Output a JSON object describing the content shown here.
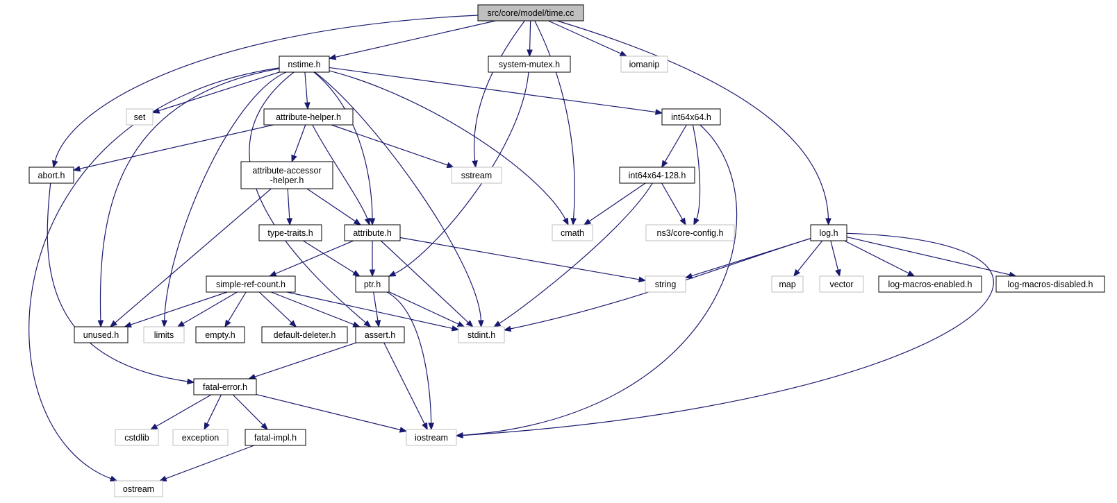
{
  "colors": {
    "edge": "#191970",
    "node_border": "#000000",
    "external_border": "#bfbfbf",
    "root_fill": "#bfbfbf",
    "node_fill": "#ffffff"
  },
  "nodes": [
    {
      "id": "time_cc",
      "lines": [
        "src/core/model/time.cc"
      ],
      "kind": "root"
    },
    {
      "id": "nstime_h",
      "lines": [
        "nstime.h"
      ],
      "kind": "file"
    },
    {
      "id": "system_mutex_h",
      "lines": [
        "system-mutex.h"
      ],
      "kind": "file"
    },
    {
      "id": "iomanip",
      "lines": [
        "iomanip"
      ],
      "kind": "external"
    },
    {
      "id": "set",
      "lines": [
        "set"
      ],
      "kind": "external"
    },
    {
      "id": "attribute_helper_h",
      "lines": [
        "attribute-helper.h"
      ],
      "kind": "file"
    },
    {
      "id": "int64x64_h",
      "lines": [
        "int64x64.h"
      ],
      "kind": "file"
    },
    {
      "id": "abort_h",
      "lines": [
        "abort.h"
      ],
      "kind": "file"
    },
    {
      "id": "attribute_accessor_helper_h",
      "lines": [
        "attribute-accessor",
        "-helper.h"
      ],
      "kind": "file"
    },
    {
      "id": "sstream",
      "lines": [
        "sstream"
      ],
      "kind": "external"
    },
    {
      "id": "int64x64_128_h",
      "lines": [
        "int64x64-128.h"
      ],
      "kind": "file"
    },
    {
      "id": "type_traits_h",
      "lines": [
        "type-traits.h"
      ],
      "kind": "file"
    },
    {
      "id": "attribute_h",
      "lines": [
        "attribute.h"
      ],
      "kind": "file"
    },
    {
      "id": "cmath",
      "lines": [
        "cmath"
      ],
      "kind": "external"
    },
    {
      "id": "ns3_core_config_h",
      "lines": [
        "ns3/core-config.h"
      ],
      "kind": "external"
    },
    {
      "id": "log_h",
      "lines": [
        "log.h"
      ],
      "kind": "file"
    },
    {
      "id": "simple_ref_count_h",
      "lines": [
        "simple-ref-count.h"
      ],
      "kind": "file"
    },
    {
      "id": "ptr_h",
      "lines": [
        "ptr.h"
      ],
      "kind": "file"
    },
    {
      "id": "string",
      "lines": [
        "string"
      ],
      "kind": "external"
    },
    {
      "id": "map",
      "lines": [
        "map"
      ],
      "kind": "external"
    },
    {
      "id": "vector",
      "lines": [
        "vector"
      ],
      "kind": "external"
    },
    {
      "id": "log_macros_enabled_h",
      "lines": [
        "log-macros-enabled.h"
      ],
      "kind": "file"
    },
    {
      "id": "log_macros_disabled_h",
      "lines": [
        "log-macros-disabled.h"
      ],
      "kind": "file"
    },
    {
      "id": "unused_h",
      "lines": [
        "unused.h"
      ],
      "kind": "file"
    },
    {
      "id": "limits",
      "lines": [
        "limits"
      ],
      "kind": "external"
    },
    {
      "id": "empty_h",
      "lines": [
        "empty.h"
      ],
      "kind": "file"
    },
    {
      "id": "default_deleter_h",
      "lines": [
        "default-deleter.h"
      ],
      "kind": "file"
    },
    {
      "id": "assert_h",
      "lines": [
        "assert.h"
      ],
      "kind": "file"
    },
    {
      "id": "stdint_h",
      "lines": [
        "stdint.h"
      ],
      "kind": "external"
    },
    {
      "id": "fatal_error_h",
      "lines": [
        "fatal-error.h"
      ],
      "kind": "file"
    },
    {
      "id": "cstdlib",
      "lines": [
        "cstdlib"
      ],
      "kind": "external"
    },
    {
      "id": "exception",
      "lines": [
        "exception"
      ],
      "kind": "external"
    },
    {
      "id": "fatal_impl_h",
      "lines": [
        "fatal-impl.h"
      ],
      "kind": "file"
    },
    {
      "id": "iostream",
      "lines": [
        "iostream"
      ],
      "kind": "external"
    },
    {
      "id": "ostream",
      "lines": [
        "ostream"
      ],
      "kind": "external"
    }
  ],
  "edges": [
    {
      "from": "time_cc",
      "to": "nstime_h"
    },
    {
      "from": "time_cc",
      "to": "system_mutex_h"
    },
    {
      "from": "time_cc",
      "to": "iomanip"
    },
    {
      "from": "time_cc",
      "to": "abort_h"
    },
    {
      "from": "time_cc",
      "to": "sstream"
    },
    {
      "from": "time_cc",
      "to": "cmath"
    },
    {
      "from": "time_cc",
      "to": "log_h"
    },
    {
      "from": "nstime_h",
      "to": "set"
    },
    {
      "from": "nstime_h",
      "to": "attribute_helper_h"
    },
    {
      "from": "nstime_h",
      "to": "int64x64_h"
    },
    {
      "from": "nstime_h",
      "to": "attribute_h"
    },
    {
      "from": "nstime_h",
      "to": "cmath"
    },
    {
      "from": "nstime_h",
      "to": "unused_h"
    },
    {
      "from": "nstime_h",
      "to": "limits"
    },
    {
      "from": "nstime_h",
      "to": "assert_h"
    },
    {
      "from": "nstime_h",
      "to": "stdint_h"
    },
    {
      "from": "nstime_h",
      "to": "ostream"
    },
    {
      "from": "system_mutex_h",
      "to": "ptr_h"
    },
    {
      "from": "attribute_helper_h",
      "to": "abort_h"
    },
    {
      "from": "attribute_helper_h",
      "to": "attribute_accessor_helper_h"
    },
    {
      "from": "attribute_helper_h",
      "to": "sstream"
    },
    {
      "from": "attribute_helper_h",
      "to": "attribute_h"
    },
    {
      "from": "attribute_accessor_helper_h",
      "to": "type_traits_h"
    },
    {
      "from": "attribute_accessor_helper_h",
      "to": "attribute_h"
    },
    {
      "from": "attribute_accessor_helper_h",
      "to": "unused_h"
    },
    {
      "from": "int64x64_h",
      "to": "int64x64_128_h"
    },
    {
      "from": "int64x64_h",
      "to": "ns3_core_config_h"
    },
    {
      "from": "int64x64_h",
      "to": "iostream"
    },
    {
      "from": "int64x64_128_h",
      "to": "cmath"
    },
    {
      "from": "int64x64_128_h",
      "to": "ns3_core_config_h"
    },
    {
      "from": "int64x64_128_h",
      "to": "stdint_h"
    },
    {
      "from": "abort_h",
      "to": "fatal_error_h"
    },
    {
      "from": "type_traits_h",
      "to": "ptr_h"
    },
    {
      "from": "attribute_h",
      "to": "simple_ref_count_h"
    },
    {
      "from": "attribute_h",
      "to": "ptr_h"
    },
    {
      "from": "attribute_h",
      "to": "string"
    },
    {
      "from": "attribute_h",
      "to": "stdint_h"
    },
    {
      "from": "log_h",
      "to": "string"
    },
    {
      "from": "log_h",
      "to": "map"
    },
    {
      "from": "log_h",
      "to": "vector"
    },
    {
      "from": "log_h",
      "to": "log_macros_enabled_h"
    },
    {
      "from": "log_h",
      "to": "log_macros_disabled_h"
    },
    {
      "from": "log_h",
      "to": "stdint_h"
    },
    {
      "from": "log_h",
      "to": "iostream"
    },
    {
      "from": "simple_ref_count_h",
      "to": "unused_h"
    },
    {
      "from": "simple_ref_count_h",
      "to": "limits"
    },
    {
      "from": "simple_ref_count_h",
      "to": "empty_h"
    },
    {
      "from": "simple_ref_count_h",
      "to": "default_deleter_h"
    },
    {
      "from": "simple_ref_count_h",
      "to": "assert_h"
    },
    {
      "from": "simple_ref_count_h",
      "to": "stdint_h"
    },
    {
      "from": "ptr_h",
      "to": "assert_h"
    },
    {
      "from": "ptr_h",
      "to": "stdint_h"
    },
    {
      "from": "ptr_h",
      "to": "iostream"
    },
    {
      "from": "assert_h",
      "to": "fatal_error_h"
    },
    {
      "from": "assert_h",
      "to": "iostream"
    },
    {
      "from": "fatal_error_h",
      "to": "cstdlib"
    },
    {
      "from": "fatal_error_h",
      "to": "exception"
    },
    {
      "from": "fatal_error_h",
      "to": "fatal_impl_h"
    },
    {
      "from": "fatal_error_h",
      "to": "iostream"
    },
    {
      "from": "fatal_impl_h",
      "to": "ostream"
    }
  ]
}
